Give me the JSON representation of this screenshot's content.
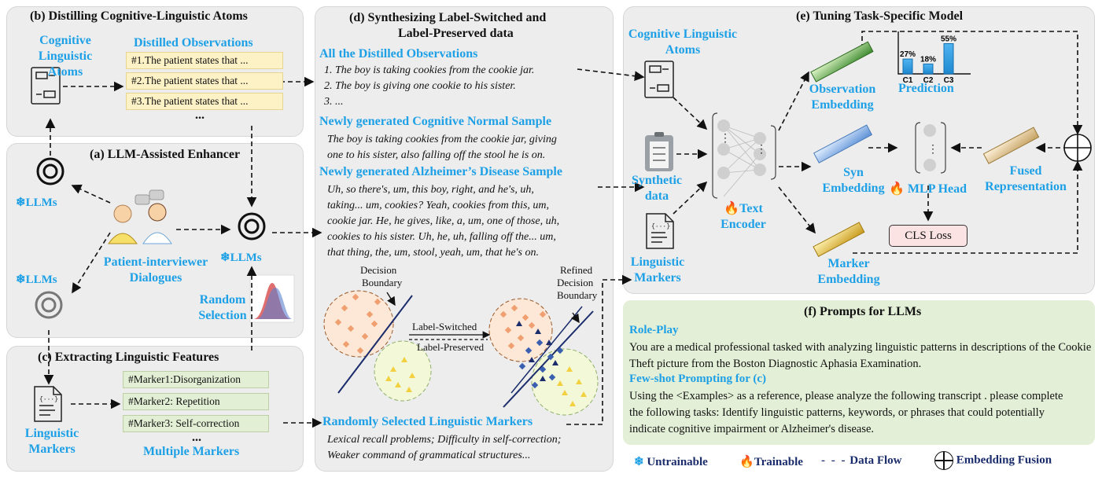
{
  "panels": {
    "b": {
      "title": "(b) Distilling Cognitive-Linguistic Atoms",
      "left_label": "Cognitive Linguistic Atoms",
      "right_label": "Distilled Observations",
      "items": [
        "#1.The patient states that ...",
        "#2.The patient states that ...",
        "#3.The patient states that ..."
      ],
      "ellipsis": "..."
    },
    "a": {
      "title": "(a) LLM-Assisted Enhancer",
      "llm_label": "LLMs",
      "dialogue_label": "Patient-interviewer Dialogues",
      "random_label": "Random Selection"
    },
    "c": {
      "title": "(c) Extracting Linguistic Features",
      "left_label": "Linguistic Markers",
      "markers": [
        "#Marker1:Disorganization",
        "#Marker2: Repetition",
        "#Marker3: Self-correction"
      ],
      "ellipsis": "...",
      "multi_label": "Multiple Markers"
    },
    "d": {
      "title_line1": "(d) Synthesizing Label-Switched and",
      "title_line2": "Label-Preserved data",
      "obs_heading": "All the Distilled Observations",
      "obs_items": [
        "1. The boy is taking cookies from the cookie jar.",
        "2. The boy is giving one cookie to his sister.",
        "3. ..."
      ],
      "normal_heading": "Newly generated Cognitive Normal Sample",
      "normal_text": [
        "The boy is taking cookies from the cookie jar, giving",
        "one to his sister, also falling off the stool he is on."
      ],
      "ad_heading": "Newly generated Alzheimer’s Disease Sample",
      "ad_text": [
        "Uh, so there's, um, this boy, right, and he's, uh,",
        "taking... um, cookies? Yeah, cookies from this, um,",
        "cookie jar. He, he gives, like, a, um, one of those, uh,",
        "cookies to his sister. Uh, he, uh, falling off the... um,",
        "that thing, the, um, stool, yeah, um, that he's on."
      ],
      "boundary_label": [
        "Decision",
        "Boundary"
      ],
      "refined_label": [
        "Refined",
        "Decision",
        "Boundary"
      ],
      "switched_label": "Label-Switched",
      "preserved_label": "Label-Preserved",
      "marker_heading": "Randomly Selected Linguistic Markers",
      "marker_text": [
        "Lexical recall problems; Difficulty in self-correction;",
        "Weaker command of grammatical structures..."
      ]
    },
    "e": {
      "title": "(e) Tuning Task-Specific Model",
      "atoms_label": "Cognitive Linguistic Atoms",
      "synthetic_label": "Synthetic data",
      "markers_label": "Linguistic Markers",
      "encoder_label": "Text Encoder",
      "obs_emb": "Observation Embedding",
      "syn_emb": "Syn Embedding",
      "marker_emb": "Marker Embedding",
      "mlp_label": "MLP Head",
      "fused_label": "Fused Representation",
      "cls_label": "CLS Loss",
      "prediction_label": "Prediction"
    },
    "f": {
      "title": "(f) Prompts for LLMs",
      "role_heading": "Role-Play",
      "role_text": "You are a medical professional tasked with analyzing linguistic patterns in descriptions of the Cookie Theft picture from the Boston Diagnostic Aphasia Examination.",
      "few_heading": "Few-shot Prompting for (c)",
      "few_text": "Using the <Examples> as a reference, please analyze the following transcript . please complete the following tasks: Identify linguistic patterns, keywords, or phrases that could potentially indicate cognitive impairment or Alzheimer's disease."
    }
  },
  "legend": {
    "untrainable": "Untrainable",
    "trainable": "Trainable",
    "dataflow": "Data Flow",
    "fusion": "Embedding Fusion"
  },
  "chart_data": {
    "type": "bar",
    "categories": [
      "C1",
      "C2",
      "C3"
    ],
    "values": [
      27,
      18,
      55
    ],
    "labels": [
      "27%",
      "18%",
      "55%"
    ]
  },
  "colors": {
    "accent_blue": "#1ea0e6",
    "panel_gray": "#ededed",
    "panel_green": "#e3efd6",
    "legend_navy": "#1a2c6b"
  }
}
